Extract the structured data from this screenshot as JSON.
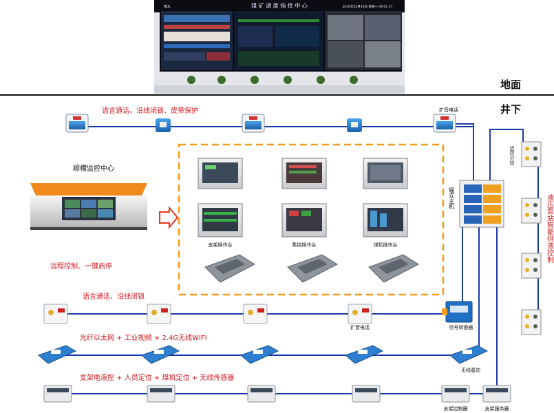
{
  "sections": {
    "surface": "地面",
    "underground": "井下"
  },
  "top_screen": {
    "title": "煤 矿 调 度 指 挥 中 心",
    "left_header": "BDL",
    "right_header": "2020年02月24日  星期一  09:01 27"
  },
  "captions": {
    "voice1": "语言通话、沿线闭锁、皮带保护",
    "voice2": "语言通话、沿线闭锁",
    "fiber": "光纤以太网 + 工业视频 + 2.4G无线WIFI",
    "support": "支架电液控 + 人员定位 + 煤机定位 + 无线传感器",
    "remote": "远程控制、一键启停",
    "center": "顺槽监控中心",
    "pump": "液压泵站智能供液控制"
  },
  "device_labels": {
    "phone_top": "扩音电话",
    "phone_mid": "扩音电话",
    "host": "辐式主机",
    "remote_sub": "远控分站",
    "signal": "信号转换器",
    "base": "无线基站",
    "sup_ctrl": "支架控制器",
    "sup_server": "支架服务器"
  },
  "consoles": [
    "支架操作台",
    "集控操作台",
    "煤机操作台"
  ],
  "colors": {
    "caption_red": "#d2141c",
    "line_blue": "#1a3aa8",
    "dash_orange": "#f29b1a",
    "pump_red": "#c8201e"
  }
}
